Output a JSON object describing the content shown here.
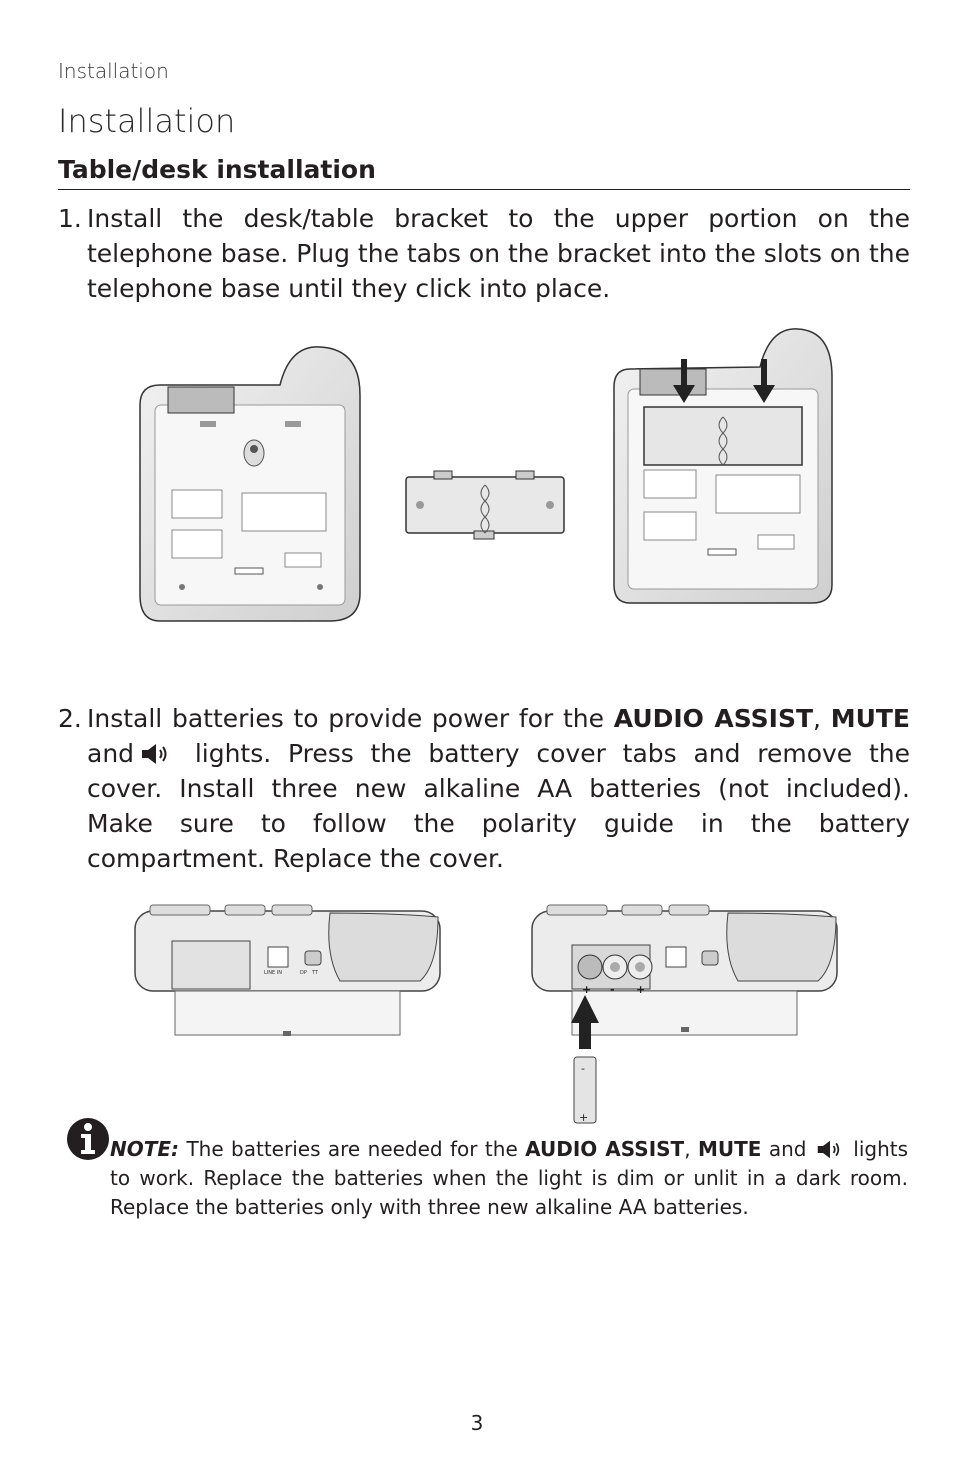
{
  "header": {
    "running_title": "Installation"
  },
  "page_title": "Installation",
  "section": {
    "heading": "Table/desk installation"
  },
  "steps": [
    {
      "number": "1.",
      "text": "Install the desk/table bracket to the upper portion on the telephone base. Plug the tabs on the bracket into the slots on the telephone base until they click into place."
    },
    {
      "number": "2.",
      "text_a": "Install batteries to provide power for the ",
      "bold_a": "AUDIO ASSIST",
      "text_b": ",",
      "bold_b": "MUTE",
      "text_c": " and",
      "text_d": " lights. Press the battery cover tabs and remove the cover. Install three new alkaline AA batteries (not included). Make sure to follow the polarity guide in the battery compartment. Replace the cover."
    }
  ],
  "figure2": {
    "plus": "+",
    "minus": "-",
    "port_line_in": "LINE IN",
    "port_dp": "DP",
    "port_tt": "TT"
  },
  "note": {
    "label": "NOTE:",
    "text_a": " The batteries are needed for the ",
    "bold_a": "AUDIO ASSIST",
    "text_b": ", ",
    "bold_b": "MUTE",
    "text_c": " and ",
    "text_d": " lights to work. Replace the batteries when the light is dim or unlit in a dark room. Replace the batteries only with three new alkaline AA batteries."
  },
  "footer": {
    "page_number": "3"
  },
  "icons": [
    "speaker-icon",
    "info-icon",
    "arrow-down-icon",
    "arrow-up-icon",
    "battery-icon"
  ]
}
